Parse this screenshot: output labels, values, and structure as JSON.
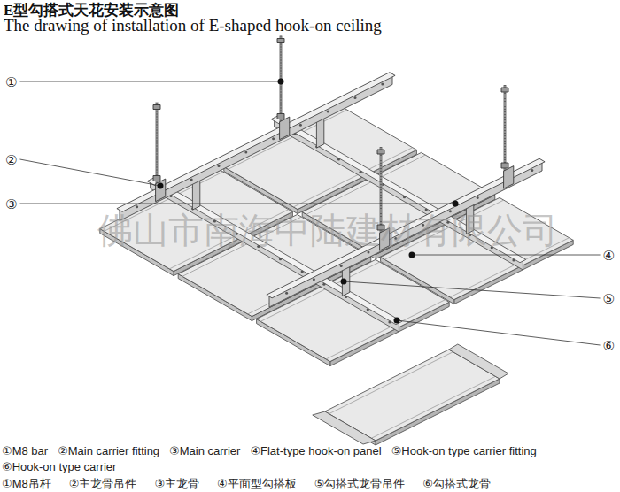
{
  "diagram": {
    "title": "E型勾搭式天花安装示意图",
    "labels": [
      "The drawing of installation of E-shaped hook-on ceiling",
      "①",
      "②",
      "③",
      "④",
      "⑤",
      "⑥",
      "佛山市南海中陆建材有限公司",
      "①M8 bar",
      "②Main carrier fitting",
      "③Main carrier",
      "④Flat-type hook-on panel",
      "⑤Hook-on type carrier fitting",
      "⑥Hook-on type carrier",
      "①M8吊杆",
      "②主龙骨吊件",
      "③主龙骨",
      "④平面型勾搭板",
      "⑤勾搭式龙骨吊件",
      "⑥勾搭式龙骨"
    ]
  }
}
